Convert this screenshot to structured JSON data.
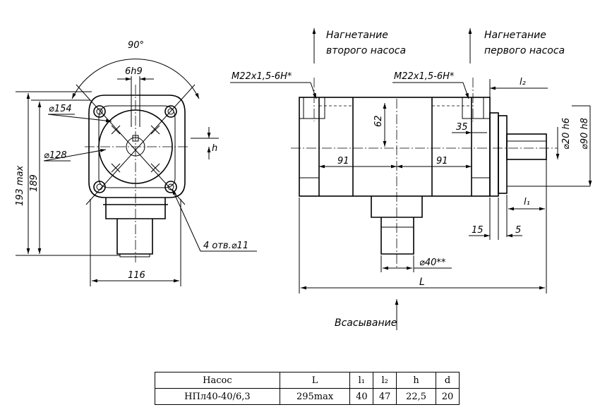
{
  "labels": {
    "angle_90": "90°",
    "width_6h9": "6h9",
    "dia_154": "⌀154",
    "dia_128": "⌀128",
    "h": "h",
    "height_193": "193 max",
    "height_189": "189",
    "holes": "4 отв.⌀11",
    "width_116": "116",
    "delivery2_line1": "Нагнетание",
    "delivery2_line2": "второго насоса",
    "delivery1_line1": "Нагнетание",
    "delivery1_line2": "первого насоса",
    "thread_left": "M22x1,5-6H*",
    "thread_right": "M22x1,5-6H*",
    "l2": "l₂",
    "dim_62": "62",
    "dim_35": "35",
    "dia_20": "⌀20 h6",
    "dia_90": "⌀90 h8",
    "dim_91_left": "91",
    "dim_91_right": "91",
    "l1": "l₁",
    "dim_15": "15",
    "dim_5": "5",
    "dia_40": "⌀40**",
    "L": "L",
    "suction": "Всасывание"
  },
  "table": {
    "headers": [
      "Насос",
      "L",
      "l₁",
      "l₂",
      "h",
      "d"
    ],
    "rows": [
      [
        "НПл40-40/6,3",
        "295max",
        "40",
        "47",
        "22,5",
        "20"
      ]
    ]
  }
}
